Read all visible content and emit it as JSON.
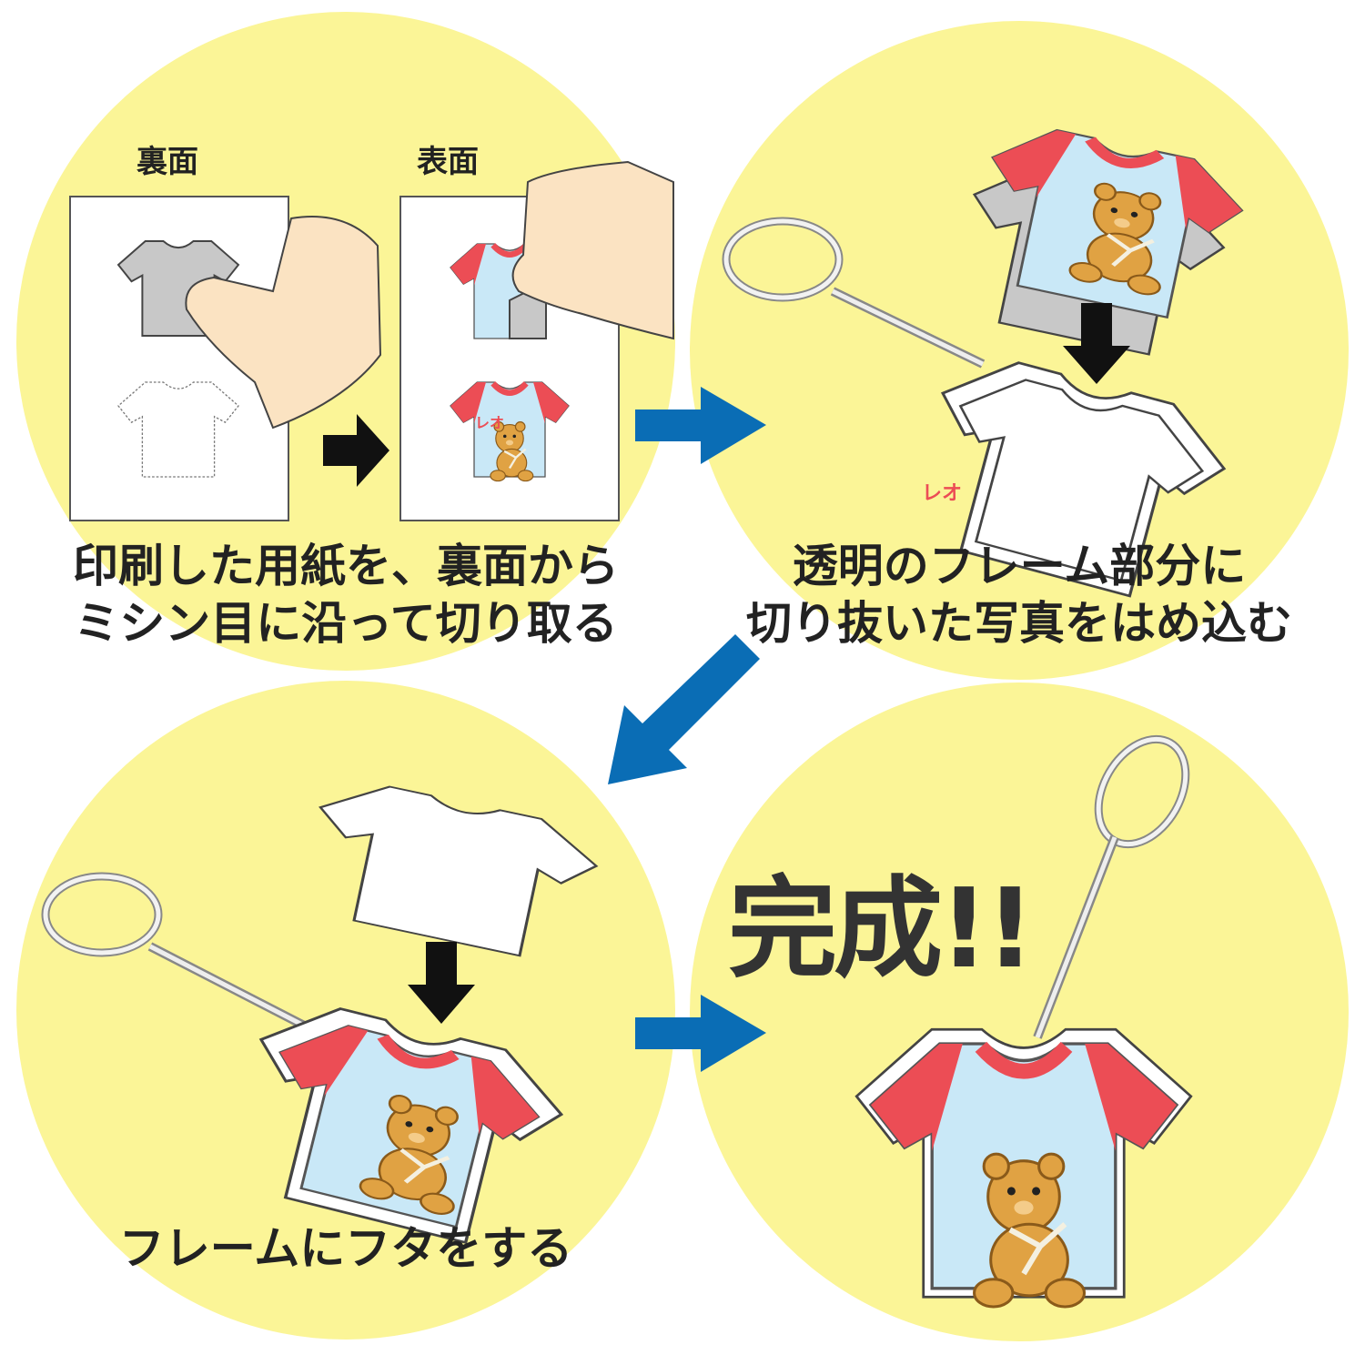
{
  "colors": {
    "circle": "#fbf597",
    "arrow_blue": "#0a6db5",
    "shirt_red": "#ec4d55",
    "shirt_blue": "#c9e8f7",
    "sticker_gray": "#c8c8c8",
    "bear": "#e0a243"
  },
  "step1": {
    "back_label": "裏面",
    "front_label": "表面",
    "caption_line1": "印刷した用紙を、裏面から",
    "caption_line2": "ミシン目に沿って切り取る"
  },
  "step2": {
    "caption_line1": "透明のフレーム部分に",
    "caption_line2": "切り抜いた写真をはめ込む"
  },
  "step3": {
    "caption": "フレームにフタをする"
  },
  "step4": {
    "title": "完成!!"
  },
  "shirt_name": "レオ"
}
